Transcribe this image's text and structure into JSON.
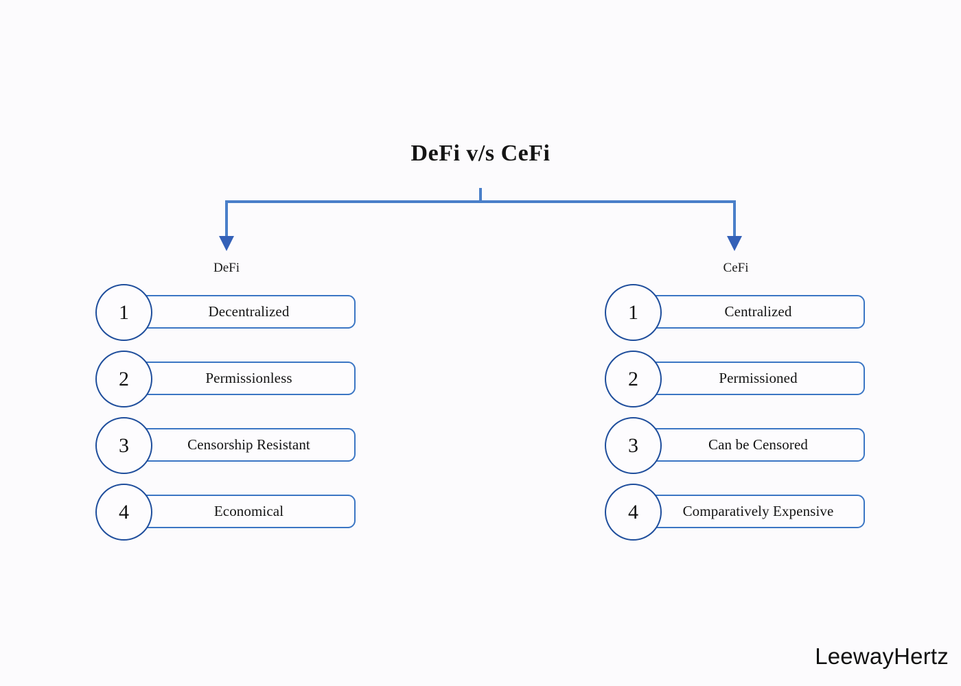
{
  "diagram": {
    "title": "DeFi v/s CeFi",
    "accent_color_bar": "#3b76c4",
    "accent_color_circle": "#1f4e9c",
    "connector_color": "#4a7fc9",
    "background_color": "#fcfbfd",
    "text_color": "#141414"
  },
  "branches": [
    {
      "label": "DeFi",
      "items": [
        {
          "number": "1",
          "text": "Decentralized"
        },
        {
          "number": "2",
          "text": "Permissionless"
        },
        {
          "number": "3",
          "text": "Censorship Resistant"
        },
        {
          "number": "4",
          "text": "Economical"
        }
      ]
    },
    {
      "label": "CeFi",
      "items": [
        {
          "number": "1",
          "text": "Centralized"
        },
        {
          "number": "2",
          "text": "Permissioned"
        },
        {
          "number": "3",
          "text": "Can be Censored"
        },
        {
          "number": "4",
          "text": "Comparatively Expensive"
        }
      ]
    }
  ],
  "watermark": {
    "text": "LeewayHertz"
  }
}
